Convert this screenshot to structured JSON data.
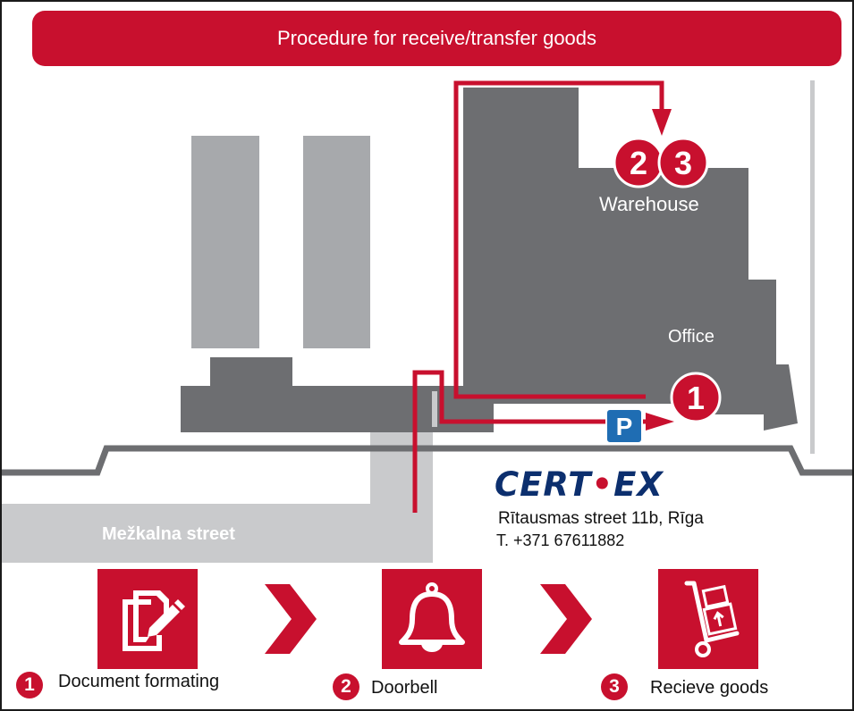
{
  "header": {
    "title": "Procedure for receive/transfer goods"
  },
  "map": {
    "warehouse_label": "Warehouse",
    "office_label": "Office",
    "street_label": "Mežkalna street",
    "parking_label": "P",
    "markers": [
      {
        "number": "1",
        "location": "Office"
      },
      {
        "number": "2",
        "location": "Warehouse"
      },
      {
        "number": "3",
        "location": "Warehouse"
      }
    ]
  },
  "company": {
    "logo_text_1": "CERT",
    "logo_text_2": "EX",
    "address": "Rītausmas street 11b, Rīga",
    "phone": "T. +371 67611882"
  },
  "steps": [
    {
      "number": "1",
      "label": "Document formating",
      "icon": "document-edit-icon"
    },
    {
      "number": "2",
      "label": "Doorbell",
      "icon": "bell-icon"
    },
    {
      "number": "3",
      "label": "Recieve goods",
      "icon": "hand-truck-icon"
    }
  ],
  "colors": {
    "accent": "#c8102e",
    "building_dark": "#6d6e71",
    "building_light": "#a7a9ac",
    "road": "#c9cacc",
    "parking": "#1f6db3",
    "logo_blue": "#0c2f6e"
  }
}
